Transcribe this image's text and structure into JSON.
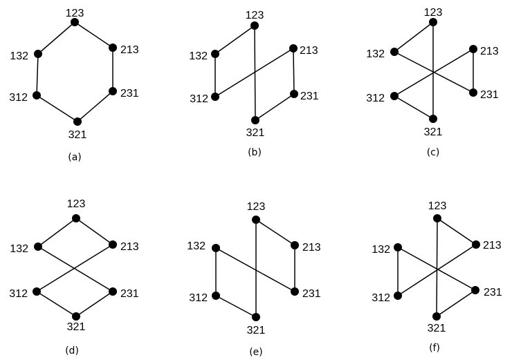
{
  "colors": {
    "line": "#000000",
    "node": "#000000",
    "background": "#ffffff"
  },
  "diagrams": [
    {
      "caption": "(a)",
      "nodes": [
        "123",
        "213",
        "231",
        "321",
        "312",
        "132"
      ],
      "edges": [
        [
          "123",
          "213"
        ],
        [
          "213",
          "231"
        ],
        [
          "231",
          "321"
        ],
        [
          "321",
          "312"
        ],
        [
          "312",
          "132"
        ],
        [
          "132",
          "123"
        ]
      ]
    },
    {
      "caption": "(b)",
      "nodes": [
        "123",
        "213",
        "231",
        "321",
        "312",
        "132"
      ],
      "edges": [
        [
          "123",
          "321"
        ],
        [
          "123",
          "132"
        ],
        [
          "132",
          "312"
        ],
        [
          "312",
          "213"
        ],
        [
          "213",
          "231"
        ],
        [
          "231",
          "321"
        ]
      ]
    },
    {
      "caption": "(c)",
      "nodes": [
        "123",
        "213",
        "231",
        "321",
        "312",
        "132"
      ],
      "edges": [
        [
          "123",
          "321"
        ],
        [
          "123",
          "132"
        ],
        [
          "132",
          "231"
        ],
        [
          "231",
          "213"
        ],
        [
          "213",
          "312"
        ],
        [
          "312",
          "321"
        ]
      ]
    },
    {
      "caption": "(d)",
      "nodes": [
        "123",
        "213",
        "231",
        "321",
        "312",
        "132"
      ],
      "edges": [
        [
          "123",
          "132"
        ],
        [
          "123",
          "213"
        ],
        [
          "132",
          "231"
        ],
        [
          "213",
          "312"
        ],
        [
          "312",
          "321"
        ],
        [
          "231",
          "321"
        ]
      ]
    },
    {
      "caption": "(e)",
      "nodes": [
        "123",
        "213",
        "231",
        "321",
        "312",
        "132"
      ],
      "edges": [
        [
          "123",
          "321"
        ],
        [
          "123",
          "213"
        ],
        [
          "213",
          "231"
        ],
        [
          "231",
          "132"
        ],
        [
          "132",
          "312"
        ],
        [
          "312",
          "321"
        ]
      ]
    },
    {
      "caption": "(f)",
      "nodes": [
        "123",
        "213",
        "231",
        "321",
        "312",
        "132"
      ],
      "edges": [
        [
          "123",
          "321"
        ],
        [
          "123",
          "213"
        ],
        [
          "213",
          "312"
        ],
        [
          "312",
          "132"
        ],
        [
          "132",
          "231"
        ],
        [
          "231",
          "321"
        ]
      ]
    }
  ]
}
